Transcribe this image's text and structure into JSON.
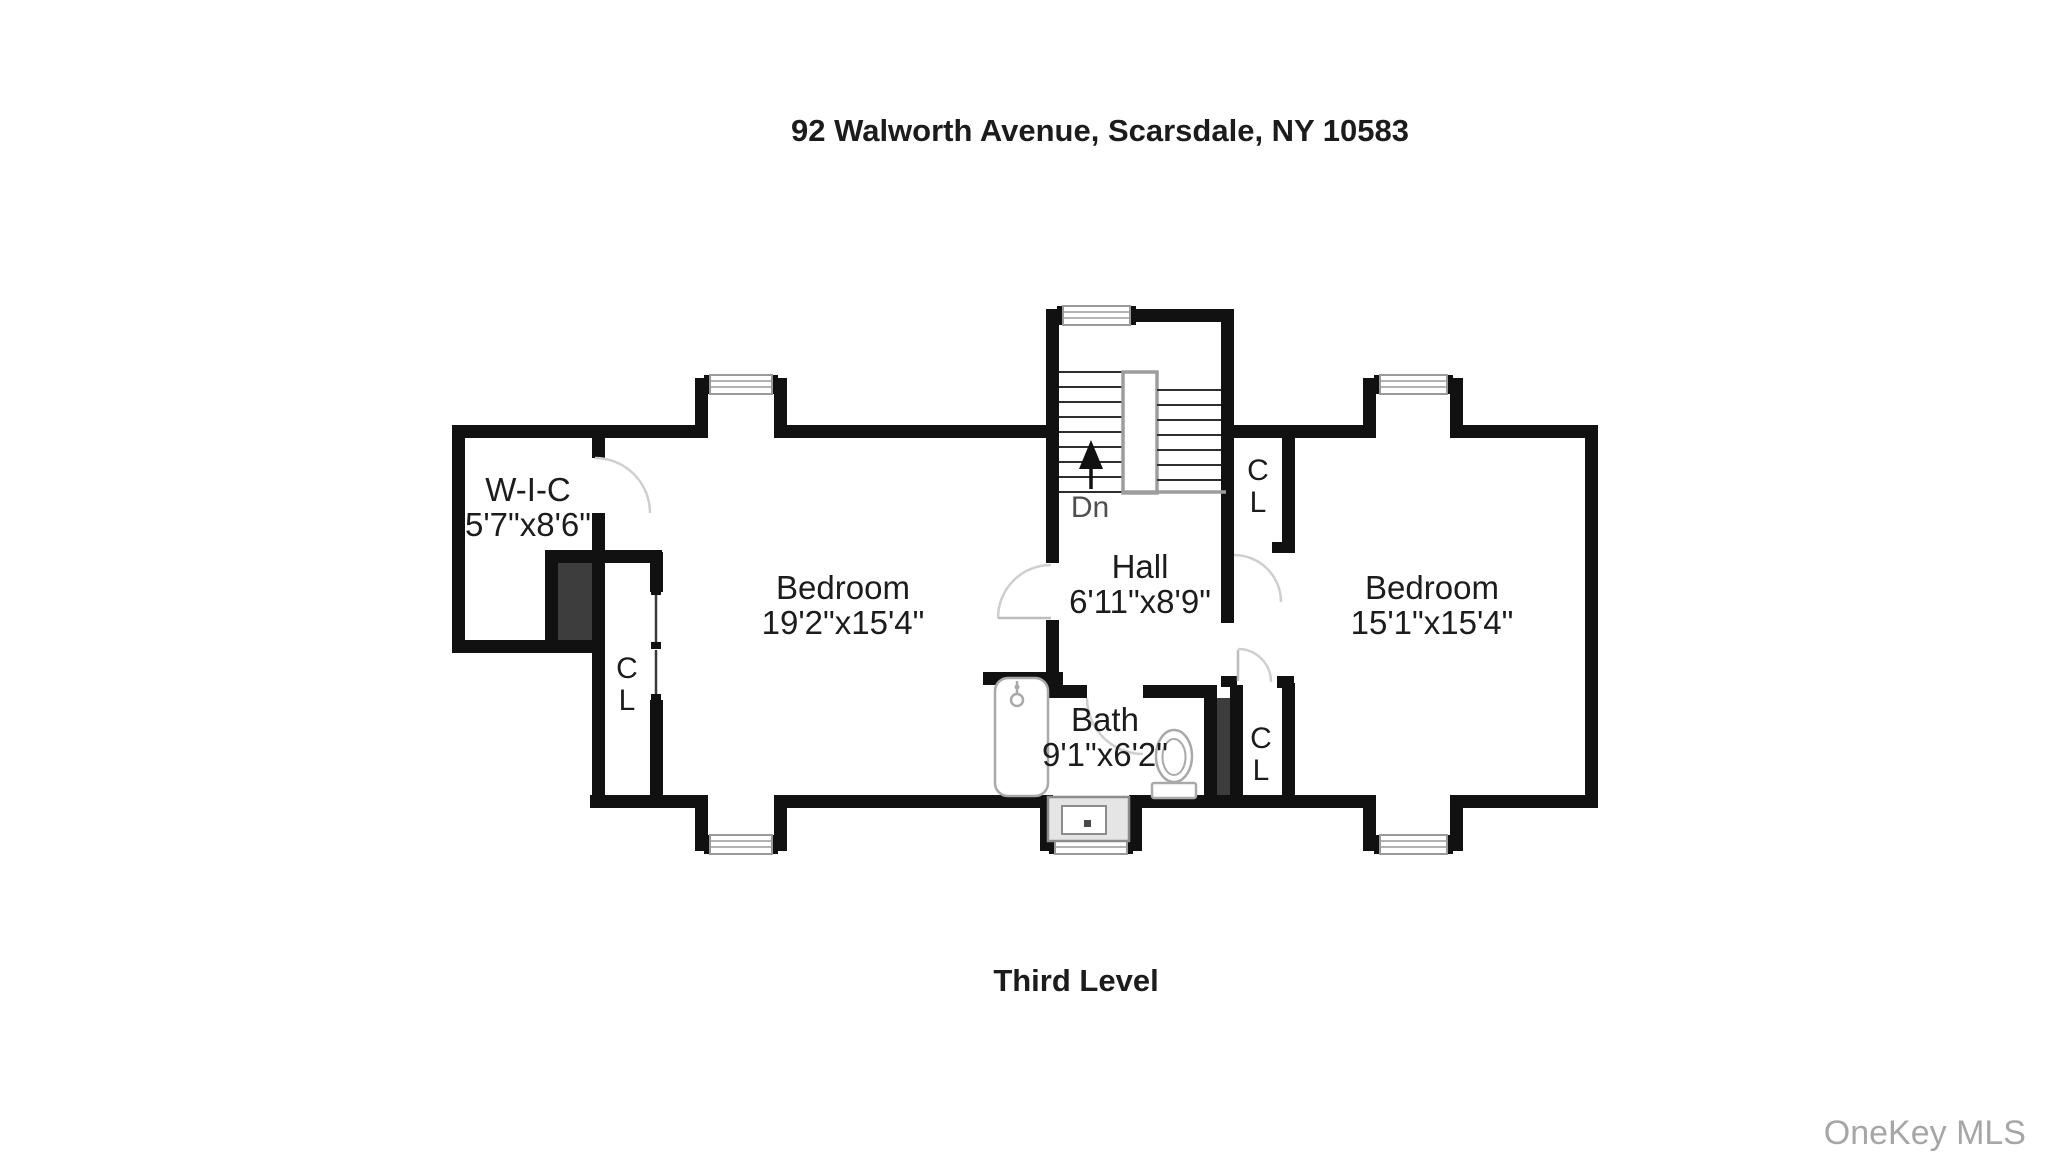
{
  "header": {
    "title": "92 Walworth Avenue, Scarsdale, NY 10583"
  },
  "footer": {
    "level_label": "Third Level",
    "watermark": "OneKey MLS"
  },
  "colors": {
    "wall": "#111111",
    "chimney": "#3d3d3d",
    "door_arc": "#cfcfcf",
    "fixture_stroke": "#a9a9a9",
    "railing": "#9d9d9d",
    "vanity_fill": "#e5e5e5",
    "text": "#1c1c1c",
    "watermark": "#a6a6a6"
  },
  "rooms": {
    "wic": {
      "name": "W-I-C",
      "dims": "5'7\"x8'6\""
    },
    "bedroom_left": {
      "name": "Bedroom",
      "dims": "19'2\"x15'4\""
    },
    "hall": {
      "name": "Hall",
      "dims": "6'11\"x8'9\""
    },
    "bedroom_right": {
      "name": "Bedroom",
      "dims": "15'1\"x15'4\""
    },
    "bath": {
      "name": "Bath",
      "dims": "9'1\"x6'2\""
    }
  },
  "closets": {
    "left": {
      "line1": "C",
      "line2": "L"
    },
    "stairs": {
      "line1": "C",
      "line2": "L"
    },
    "bath": {
      "line1": "C",
      "line2": "L"
    }
  },
  "stairs": {
    "direction_label": "Dn"
  }
}
